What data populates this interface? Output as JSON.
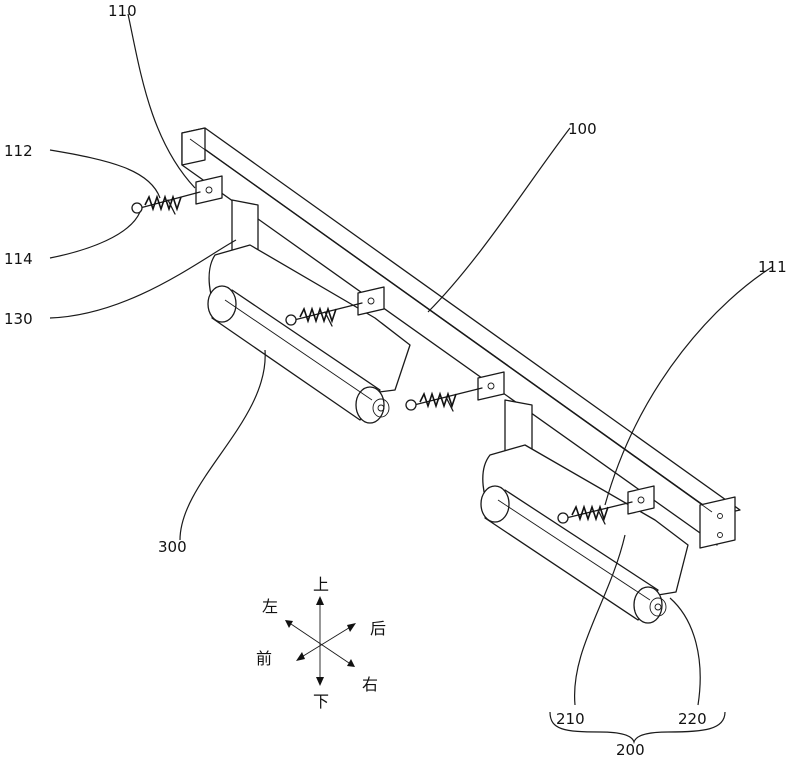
{
  "labels": {
    "l110": "110",
    "l112": "112",
    "l114": "114",
    "l130": "130",
    "l100": "100",
    "l111": "111",
    "l300": "300",
    "l210": "210",
    "l220": "220",
    "l200": "200"
  },
  "directions": {
    "up": "上",
    "down": "下",
    "left": "左",
    "right": "右",
    "front": "前",
    "back": "后"
  }
}
